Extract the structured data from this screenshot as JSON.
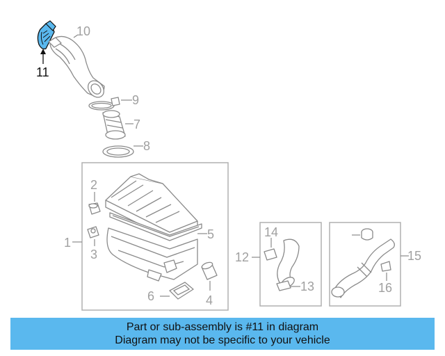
{
  "callouts": {
    "p1": "1",
    "p2": "2",
    "p3": "3",
    "p4": "4",
    "p5": "5",
    "p6": "6",
    "p7": "7",
    "p8": "8",
    "p9": "9",
    "p10": "10",
    "p11": "11",
    "p12": "12",
    "p13": "13",
    "p14": "14",
    "p15": "15",
    "p16": "16"
  },
  "highlight": {
    "part": "11",
    "color": "#5ab8ee"
  },
  "banner": {
    "line1": "Part or sub-assembly is #11 in diagram",
    "line2": "Diagram may not be specific to your vehicle",
    "color": "#5ab8ee"
  }
}
